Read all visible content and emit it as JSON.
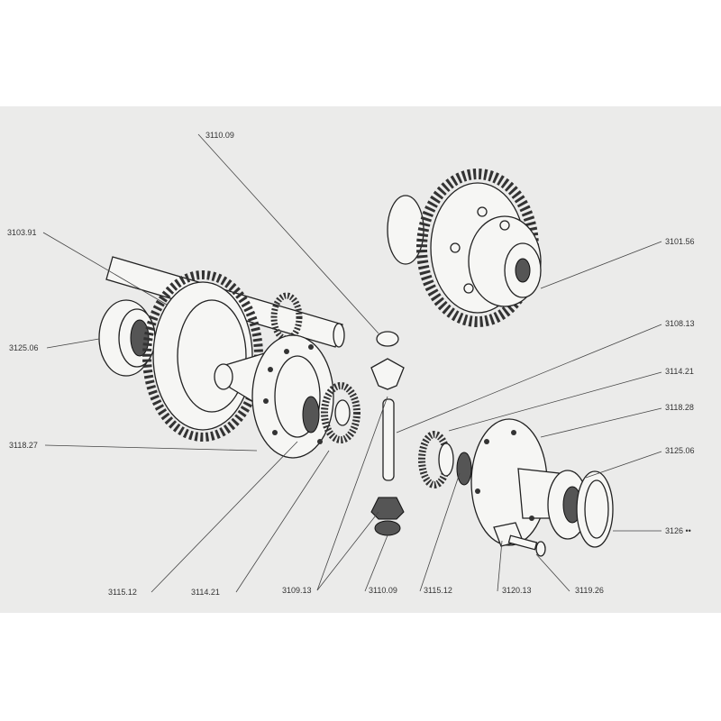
{
  "labels": {
    "top_washer": "3110.09",
    "shaft": "3103.91",
    "assembled_differential": "3101.56",
    "left_bearing": "3125.06",
    "pin": "3108.13",
    "right_side_gear": "3114.21",
    "right_housing": "3118.28",
    "right_bearing": "3125.06",
    "left_housing": "3118.27",
    "seal": "3126 ••",
    "left_thrust_washer": "3115.12",
    "left_side_gear": "3114.21",
    "planet_pinions": "3109.13",
    "bottom_washer": "3110.09",
    "right_thrust_washer": "3115.12",
    "lock_plate": "3120.13",
    "bolt": "3119.26"
  }
}
